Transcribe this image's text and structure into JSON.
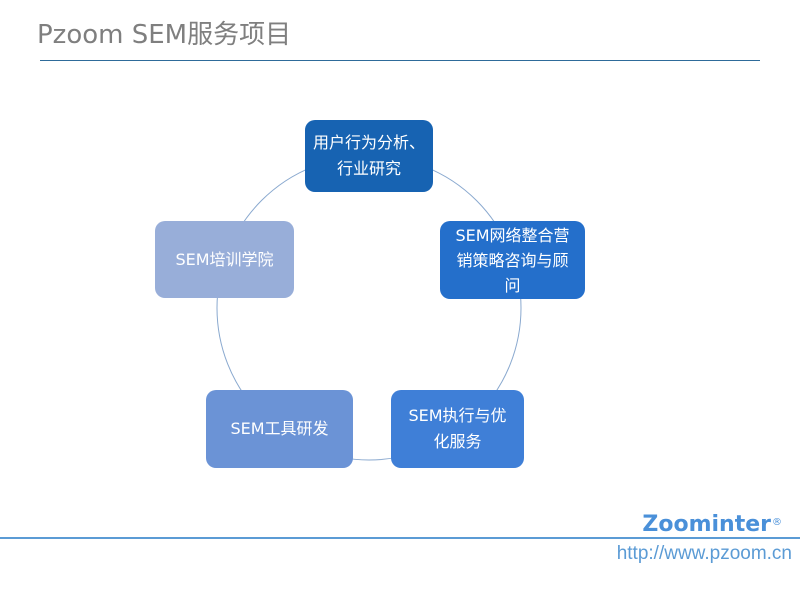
{
  "slide": {
    "title": "Pzoom SEM服务项目"
  },
  "cycle": {
    "nodes": [
      {
        "lines": [
          "用户行为分析、",
          "行业研究"
        ],
        "color": "#1763b2"
      },
      {
        "lines": [
          "SEM网络整合营",
          "销策略咨询与顾",
          "问"
        ],
        "color": "#246fcb"
      },
      {
        "lines": [
          "SEM执行与优",
          "化服务"
        ],
        "color": "#3f7fd7"
      },
      {
        "lines": [
          "SEM工具研发"
        ],
        "color": "#6b93d6"
      },
      {
        "lines": [
          "SEM培训学院"
        ],
        "color": "#98aed9"
      }
    ],
    "connector_color": "#8aa9cf"
  },
  "footer": {
    "brand": "Zoominter",
    "registered": "®",
    "url": "http://www.pzoom.cn",
    "accent": "#5b9bd5"
  }
}
